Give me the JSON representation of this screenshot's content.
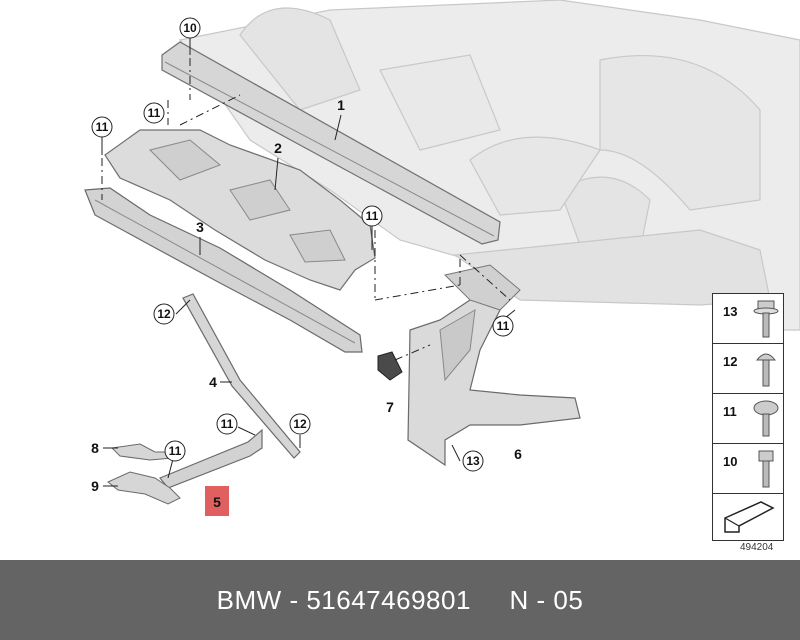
{
  "callouts": {
    "c1": "1",
    "c2": "2",
    "c3": "3",
    "c4": "4",
    "c5": "5",
    "c6": "6",
    "c7": "7",
    "c8": "8",
    "c9": "9",
    "c10": "10",
    "c11a": "11",
    "c11b": "11",
    "c11c": "11",
    "c11d": "11",
    "c11e": "11",
    "c11f": "11",
    "c12a": "12",
    "c12b": "12",
    "c13": "13"
  },
  "legend": {
    "items": [
      {
        "number": "13",
        "icon": "flange-bolt-with-washer-icon"
      },
      {
        "number": "12",
        "icon": "pan-head-screw-icon"
      },
      {
        "number": "11",
        "icon": "round-head-screw-icon"
      },
      {
        "number": "10",
        "icon": "hex-bolt-icon"
      }
    ],
    "arrow_icon": "direction-arrow-icon"
  },
  "reference_id": "494204",
  "footer": {
    "brand": "BMW",
    "separator": "-",
    "part_number": "51647469801",
    "section": "N - 05"
  },
  "colors": {
    "highlight": "#e06060",
    "footer_bg": "#646464",
    "part_fill": "#d9d9d9",
    "part_stroke": "#777777"
  }
}
